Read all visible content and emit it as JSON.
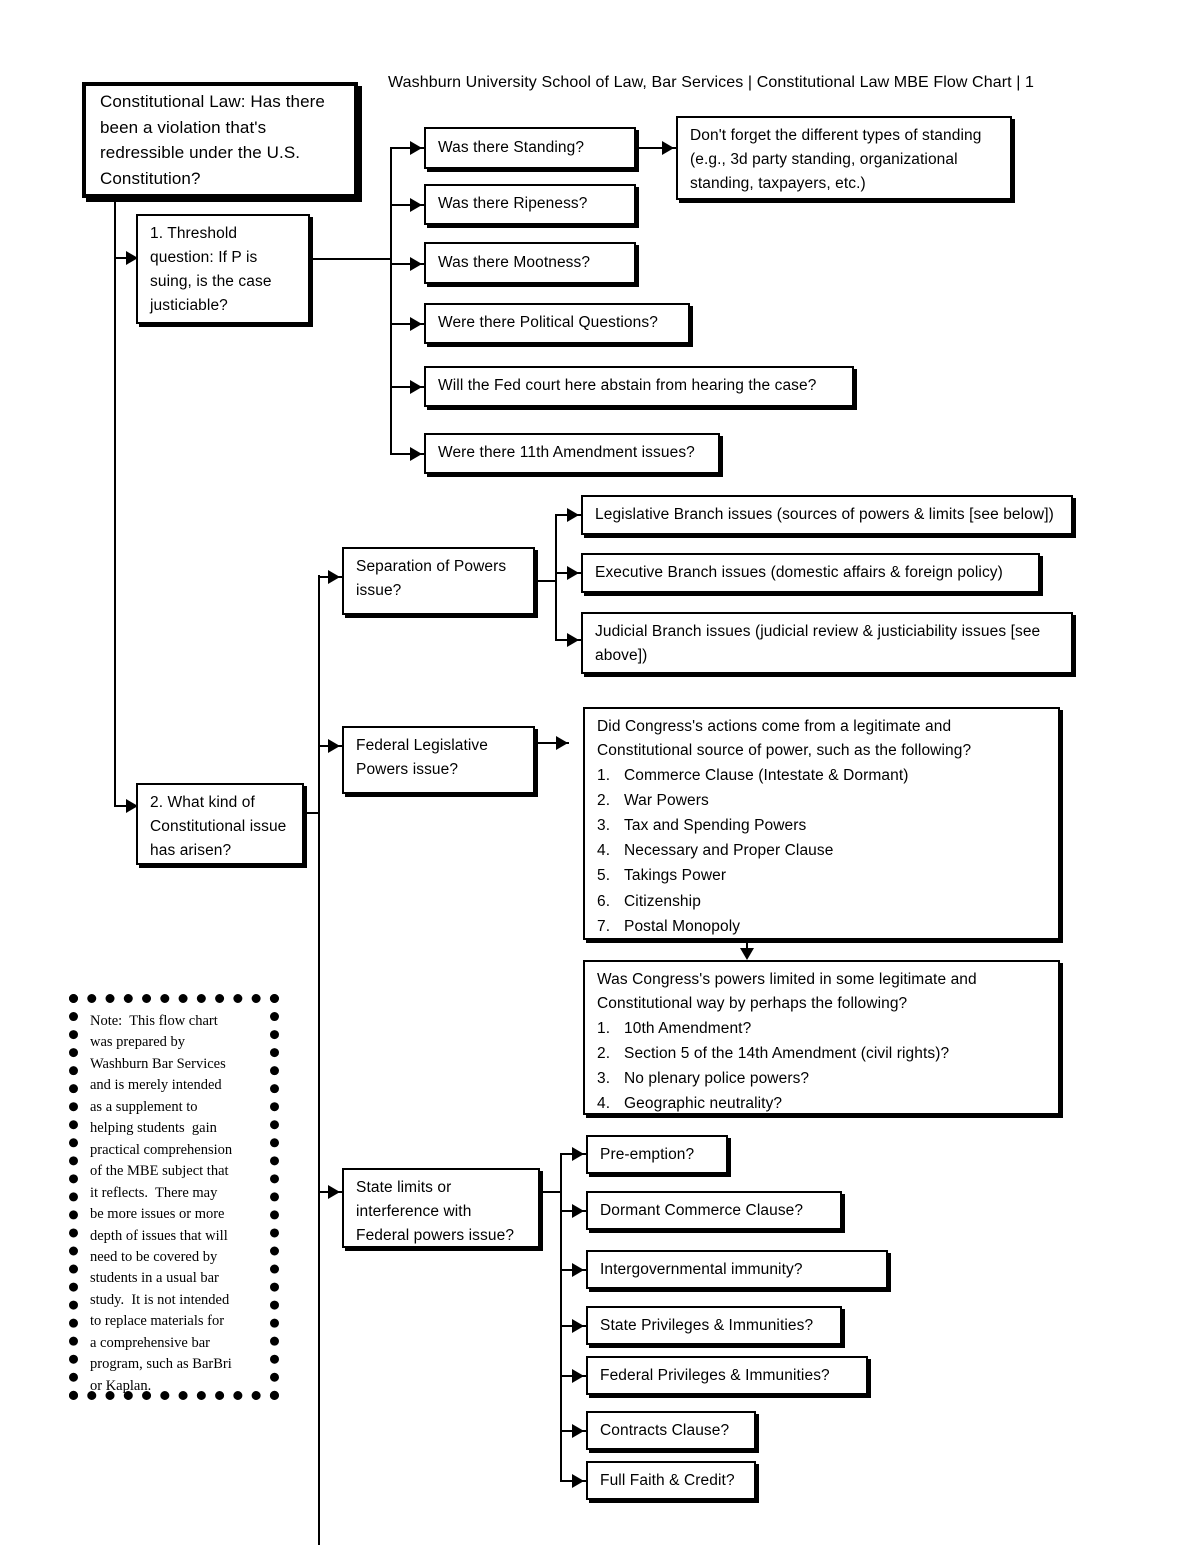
{
  "header": {
    "text": "Washburn University School of Law, Bar Services | Constitutional Law MBE Flow Chart | 1"
  },
  "title_box": {
    "text": "Constitutional Law:  Has there been a violation that's redressible under the U.S. Constitution?"
  },
  "threshold": {
    "box": "1.  Threshold question:  If P is suing, is the case justiciable?",
    "branches": [
      {
        "label": "Was there Standing?"
      },
      {
        "label": "Was there Ripeness?"
      },
      {
        "label": "Was there Mootness?"
      },
      {
        "label": "Were there Political Questions?"
      },
      {
        "label": "Will the Fed court here abstain from hearing the case?"
      },
      {
        "label": "Were there 11th Amendment issues?"
      }
    ],
    "standing_note": "Don't forget the different types of standing (e.g., 3d party standing, organizational standing, taxpayers, etc.)"
  },
  "issue_kind": {
    "box": "2.  What kind of Constitutional issue has arisen?",
    "branches": [
      {
        "label": "Separation of Powers issue?"
      },
      {
        "label": "Federal Legislative Powers issue?"
      },
      {
        "label": "State limits or interference with Federal powers issue?"
      }
    ]
  },
  "separation_of_powers": {
    "items": [
      {
        "label": "Legislative Branch issues (sources of powers & limits [see below])"
      },
      {
        "label": "Executive Branch issues (domestic affairs & foreign policy)"
      },
      {
        "label": "Judicial Branch issues (judicial review & justiciability issues [see above])"
      }
    ]
  },
  "federal_legislative_powers": {
    "sources": {
      "lead": "Did Congress's actions come from a legitimate and Constitutional source of power, such as the following?",
      "items": [
        {
          "n": "1.",
          "label": "Commerce Clause (Intestate & Dormant)"
        },
        {
          "n": "2.",
          "label": "War Powers"
        },
        {
          "n": "3.",
          "label": "Tax and Spending Powers"
        },
        {
          "n": "4.",
          "label": "Necessary and Proper Clause"
        },
        {
          "n": "5.",
          "label": "Takings Power"
        },
        {
          "n": "6.",
          "label": "Citizenship"
        },
        {
          "n": "7.",
          "label": "Postal Monopoly"
        }
      ]
    },
    "limits": {
      "lead": "Was Congress's powers limited in some legitimate and Constitutional way by perhaps the following?",
      "items": [
        {
          "n": "1.",
          "label": "10th Amendment?"
        },
        {
          "n": "2.",
          "label": "Section 5 of the 14th Amendment (civil rights)?"
        },
        {
          "n": "3.",
          "label": "No plenary police powers?"
        },
        {
          "n": "4.",
          "label": "Geographic neutrality?"
        }
      ]
    }
  },
  "state_limits": {
    "items": [
      {
        "label": "Pre-emption?"
      },
      {
        "label": "Dormant Commerce Clause?"
      },
      {
        "label": "Intergovernmental immunity?"
      },
      {
        "label": "State Privileges & Immunities?"
      },
      {
        "label": "Federal Privileges & Immunities?"
      },
      {
        "label": "Contracts Clause?"
      },
      {
        "label": "Full Faith & Credit?"
      }
    ]
  },
  "note": {
    "lines": [
      "Note:  This flow chart",
      "was prepared by",
      "Washburn Bar Services",
      "and is merely intended",
      "as a supplement to",
      "helping students  gain",
      "practical comprehension",
      "of the MBE subject that",
      "it reflects.  There may",
      "be more issues or more",
      "depth of issues that will",
      "need to be covered by",
      "students in a usual bar",
      "study.  It is not intended",
      "to replace materials for",
      "a comprehensive bar",
      "program, such as BarBri",
      "or Kaplan."
    ]
  }
}
